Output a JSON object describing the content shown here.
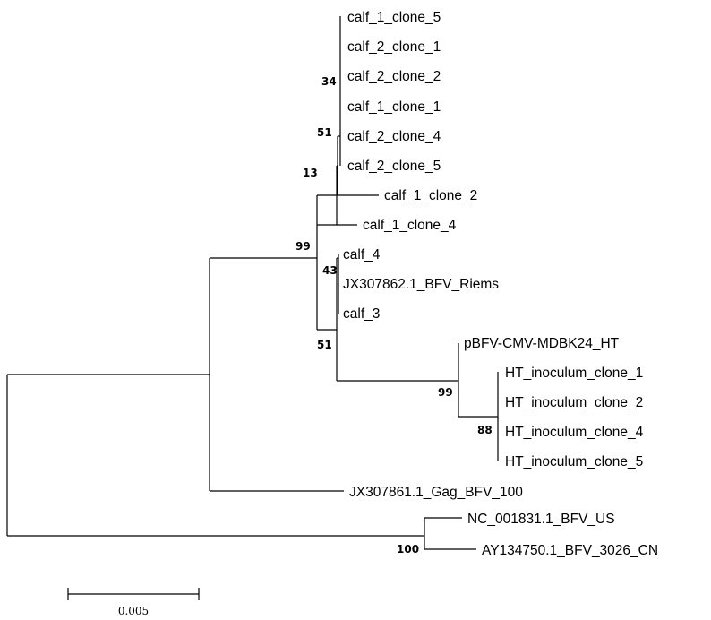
{
  "taxa": {
    "t1": "calf_1_clone_5",
    "t2": "calf_2_clone_1",
    "t3": "calf_2_clone_2",
    "t4": "calf_1_clone_1",
    "t5": "calf_2_clone_4",
    "t6": "calf_2_clone_5",
    "t7": "calf_1_clone_2",
    "t8": "calf_1_clone_4",
    "t9": "calf_4",
    "t10": "JX307862.1_BFV_Riems",
    "t11": "calf_3",
    "t12": "pBFV-CMV-MDBK24_HT",
    "t13": "HT_inoculum_clone_1",
    "t14": "HT_inoculum_clone_2",
    "t15": "HT_inoculum_clone_4",
    "t16": "HT_inoculum_clone_5",
    "t17": "JX307861.1_Gag_BFV_100",
    "t18": "NC_001831.1_BFV_US",
    "t19": "AY134750.1_BFV_3026_CN"
  },
  "bootstrap": {
    "b34": "34",
    "b51a": "51",
    "b13": "13",
    "b99a": "99",
    "b43": "43",
    "b51b": "51",
    "b99b": "99",
    "b88": "88",
    "b100": "100"
  },
  "scale_bar": {
    "label": "0.005"
  }
}
